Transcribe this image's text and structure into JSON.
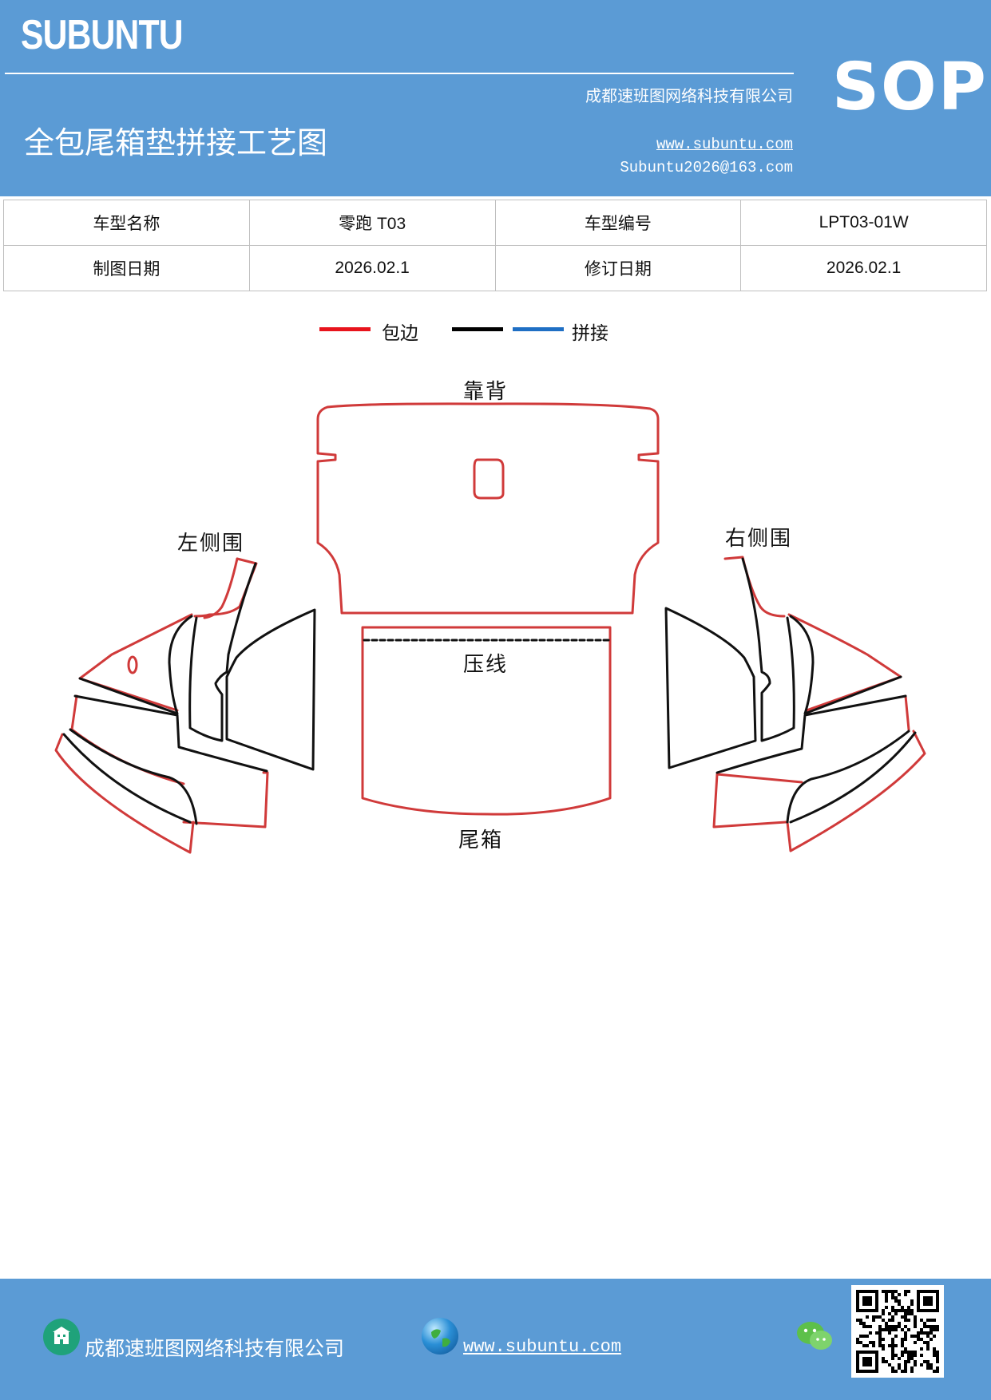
{
  "header": {
    "brand": "SUBUNTU",
    "badge": "SOP",
    "company": "成都速班图网络科技有限公司",
    "title": "全包尾箱垫拼接工艺图",
    "website": "www.subuntu.com",
    "email": "Subuntu2026@163.com"
  },
  "info_table": {
    "rows": [
      {
        "label1": "车型名称",
        "value1": "零跑 T03",
        "label2": "车型编号",
        "value2": "LPT03-01W"
      },
      {
        "label1": "制图日期",
        "value1": "2026.02.1",
        "label2": "修订日期",
        "value2": "2026.02.1"
      }
    ]
  },
  "legend": {
    "items": [
      {
        "label": "包边",
        "color": "#e8141c"
      },
      {
        "label": "",
        "color": "#000000"
      },
      {
        "label": "拼接",
        "color": "#1f6fc4"
      }
    ]
  },
  "diagram": {
    "parts": {
      "backrest": "靠背",
      "left_side": "左侧围",
      "right_side": "右侧围",
      "press_line": "压线",
      "trunk": "尾箱"
    },
    "colors": {
      "edge": "#d03a3a",
      "seam": "#111111",
      "dash": "#111111"
    }
  },
  "footer": {
    "company": "成都速班图网络科技有限公司",
    "website": "www.subuntu.com",
    "icons": [
      "building-icon",
      "globe-icon",
      "wechat-icon",
      "qr-code"
    ]
  }
}
